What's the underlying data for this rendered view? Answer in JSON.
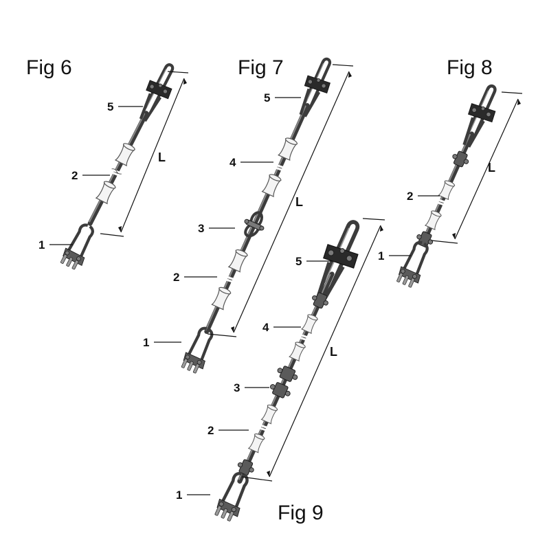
{
  "figures": [
    {
      "id": "fig6",
      "title": "Fig 6",
      "dimension_label": "L",
      "callouts": [
        "5",
        "2",
        "1"
      ]
    },
    {
      "id": "fig7",
      "title": "Fig 7",
      "dimension_label": "L",
      "callouts": [
        "5",
        "4",
        "3",
        "2",
        "1"
      ]
    },
    {
      "id": "fig8",
      "title": "Fig 8",
      "dimension_label": "L",
      "callouts": [
        "2",
        "1"
      ]
    },
    {
      "id": "fig9",
      "title": "Fig 9",
      "dimension_label": "L",
      "callouts": [
        "5",
        "4",
        "3",
        "2",
        "1"
      ]
    }
  ],
  "colors": {
    "background": "#ffffff",
    "metal_dark": "#3c3c3c",
    "spacer_white": "#f4f4f4",
    "text": "#111111"
  }
}
